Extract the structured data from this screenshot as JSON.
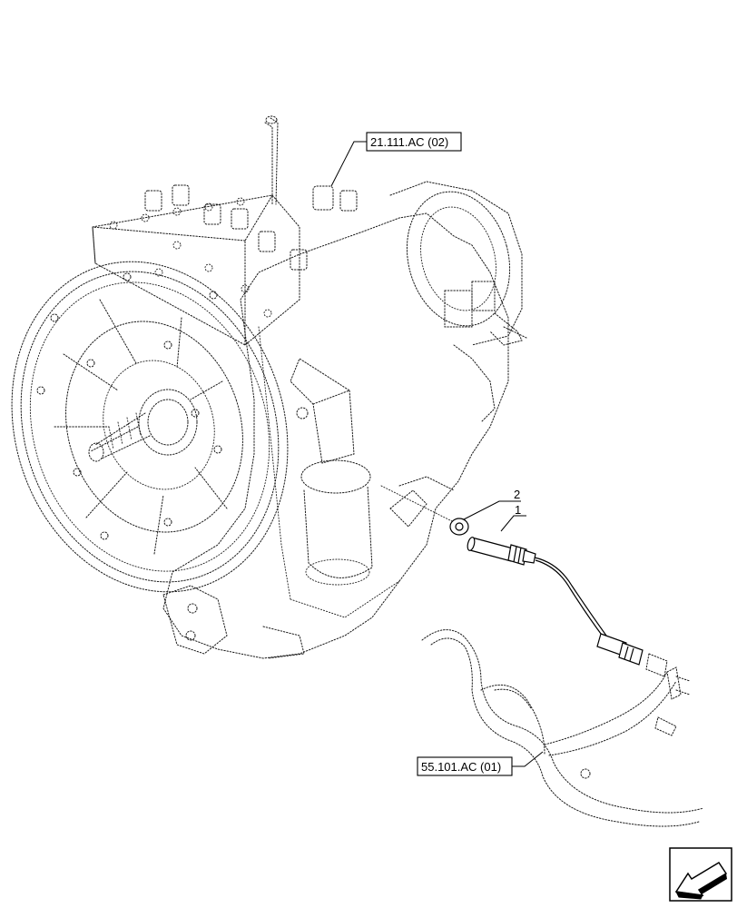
{
  "references": {
    "top": "21.111.AC (02)",
    "bottom": "55.101.AC (01)"
  },
  "callouts": {
    "item1": "1",
    "item2": "2"
  },
  "icons": {
    "nav": "next-page-arrow-icon",
    "main": "transmission-assembly-icon",
    "sensor": "sensor-with-cable-icon",
    "washer": "washer-icon",
    "harness": "wiring-harness-icon"
  },
  "colors": {
    "line": "#000000",
    "background": "#ffffff"
  }
}
